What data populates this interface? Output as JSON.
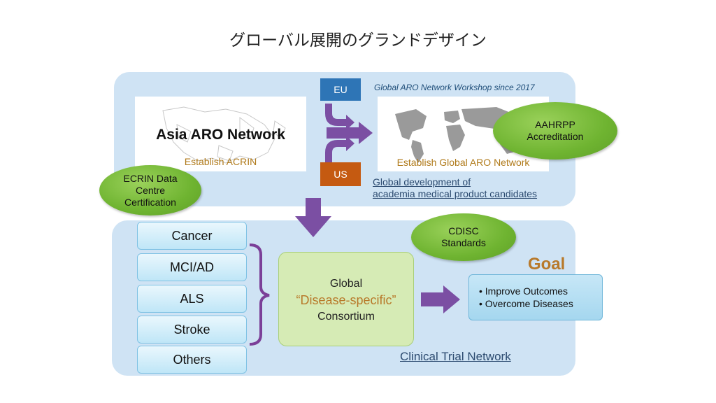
{
  "title": "グローバル展開のグランドデザイン",
  "top_panel": {
    "asia_network": {
      "title": "Asia ARO Network",
      "subtitle": "Establish ACRIN"
    },
    "eu_label": "EU",
    "us_label": "US",
    "workshop_note": "Global ARO Network Workshop since 2017",
    "global_network_label": "Establish Global ARO Network",
    "global_development_line1": "Global development of",
    "global_development_line2": "academia medical product candidates"
  },
  "certifications": {
    "aahrpp_line1": "AAHRPP",
    "aahrpp_line2": "Accreditation",
    "ecrin_line1": "ECRIN Data",
    "ecrin_line2": "Centre",
    "ecrin_line3": "Certification",
    "cdisc_line1": "CDISC",
    "cdisc_line2": "Standards"
  },
  "diseases": [
    "Cancer",
    "MCI/AD",
    "ALS",
    "Stroke",
    "Others"
  ],
  "consortium": {
    "line1": "Global",
    "line2": "“Disease-specific”",
    "line3": "Consortium"
  },
  "goal": {
    "label": "Goal",
    "items": [
      "Improve Outcomes",
      "Overcome Diseases"
    ]
  },
  "clinical_trial_network": "Clinical Trial Network",
  "colors": {
    "panel": "#cfe3f4",
    "arrow_purple": "#7b4fa3",
    "eu_blue": "#2e75b6",
    "us_orange": "#c55a11",
    "ellipse_green": "#6fb431"
  }
}
